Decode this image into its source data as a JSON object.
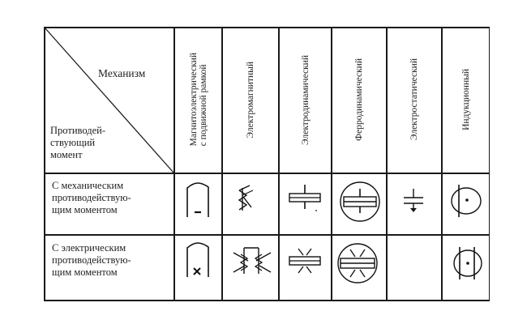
{
  "table": {
    "corner": {
      "top_right_label": "Механизм",
      "bottom_left_label": "Противодей-\nствующий\nмомент"
    },
    "columns": [
      {
        "label": "Магнитоэлектрический\nс подвижной рамкой"
      },
      {
        "label": "Электромагнитный"
      },
      {
        "label": "Электродинамический"
      },
      {
        "label": "Ферродинамический"
      },
      {
        "label": "Электростатический"
      },
      {
        "label": "Индукционный"
      }
    ],
    "rows": [
      {
        "label": "С механическим\nпротиводействую-\nщим моментом",
        "symbols": [
          "magnetoelectric-mechanical-symbol",
          "electromagnetic-mechanical-symbol",
          "electrodynamic-mechanical-symbol",
          "ferrodynamic-mechanical-symbol",
          "electrostatic-mechanical-symbol",
          "induction-mechanical-symbol"
        ]
      },
      {
        "label": "С электрическим\nпротиводействую-\nщим моментом",
        "symbols": [
          "magnetoelectric-ratiometer-symbol",
          "electromagnetic-ratiometer-symbol",
          "electrodynamic-ratiometer-symbol",
          "ferrodynamic-ratiometer-symbol",
          "",
          "induction-ratiometer-symbol"
        ]
      }
    ]
  }
}
